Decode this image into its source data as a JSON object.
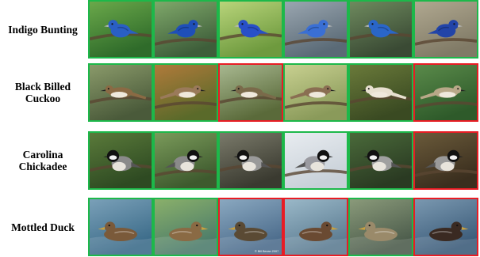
{
  "rows": [
    {
      "label_lines": [
        "Indigo Bunting"
      ],
      "tiles": [
        {
          "status": "correct",
          "bird": "blue-songbird-icon",
          "bg": [
            "#6aa84a",
            "#2f6b2a"
          ],
          "bird_color": "#2a5fc4"
        },
        {
          "status": "correct",
          "bird": "blue-songbird-icon",
          "bg": [
            "#7fa86a",
            "#3e5e3a"
          ],
          "bird_color": "#1f4fb8"
        },
        {
          "status": "correct",
          "bird": "blue-songbird-icon",
          "bg": [
            "#b8d47a",
            "#6e9a3e"
          ],
          "bird_color": "#2850c8"
        },
        {
          "status": "correct",
          "bird": "blue-songbird-icon",
          "bg": [
            "#9aa6b0",
            "#5a6a76"
          ],
          "bird_color": "#3a6fd4"
        },
        {
          "status": "correct",
          "bird": "blue-songbird-icon",
          "bg": [
            "#6e8a5e",
            "#3a4a34"
          ],
          "bird_color": "#2a66c8"
        },
        {
          "status": "correct",
          "bird": "blue-songbird-icon",
          "bg": [
            "#b0a890",
            "#807a66"
          ],
          "bird_color": "#2244a8"
        }
      ]
    },
    {
      "label_lines": [
        "Black Billed",
        "Cuckoo"
      ],
      "tiles": [
        {
          "status": "correct",
          "bird": "cuckoo-icon",
          "bg": [
            "#8a9a6a",
            "#4a5a3a"
          ],
          "bird_color": "#8a6a44"
        },
        {
          "status": "correct",
          "bird": "cuckoo-icon",
          "bg": [
            "#b07a3a",
            "#5a6a2a"
          ],
          "bird_color": "#9a7a5a"
        },
        {
          "status": "incorrect",
          "bird": "cuckoo-icon",
          "bg": [
            "#a8b890",
            "#5a6a3a"
          ],
          "bird_color": "#7a6a4a"
        },
        {
          "status": "correct",
          "bird": "cuckoo-icon",
          "bg": [
            "#c8d090",
            "#8a9a5a"
          ],
          "bird_color": "#8a6e52"
        },
        {
          "status": "correct",
          "bird": "cuckoo-icon",
          "bg": [
            "#6a7a3a",
            "#3a4a22"
          ],
          "bird_color": "#e8e0d0"
        },
        {
          "status": "incorrect",
          "bird": "cuckoo-icon",
          "bg": [
            "#5a8a4a",
            "#2e5a2a"
          ],
          "bird_color": "#b8a888"
        }
      ]
    },
    {
      "label_lines": [
        "Carolina",
        "Chickadee"
      ],
      "tiles": [
        {
          "status": "correct",
          "bird": "chickadee-icon",
          "bg": [
            "#5a7a3a",
            "#2e4a22"
          ],
          "bird_color": "#8a8a8a"
        },
        {
          "status": "correct",
          "bird": "chickadee-icon",
          "bg": [
            "#7a9a5a",
            "#3e5a2e"
          ],
          "bird_color": "#8a8a8a"
        },
        {
          "status": "correct",
          "bird": "chickadee-icon",
          "bg": [
            "#7a7a6a",
            "#3a3a30"
          ],
          "bird_color": "#9a9a9a"
        },
        {
          "status": "correct",
          "bird": "chickadee-icon",
          "bg": [
            "#e8ecf0",
            "#c8d0d8"
          ],
          "bird_color": "#9a9aa0"
        },
        {
          "status": "correct",
          "bird": "chickadee-icon",
          "bg": [
            "#4a6a3a",
            "#2a3a22"
          ],
          "bird_color": "#a0a0a0"
        },
        {
          "status": "incorrect",
          "bird": "chickadee-icon",
          "bg": [
            "#6a5a3a",
            "#3a2e1e"
          ],
          "bird_color": "#9a9a9a"
        }
      ]
    },
    {
      "label_lines": [
        "Mottled Duck"
      ],
      "tiles": [
        {
          "status": "correct",
          "bird": "duck-icon",
          "bg": [
            "#7aa0b8",
            "#3a6a88"
          ],
          "bird_color": "#7a5a3a"
        },
        {
          "status": "correct",
          "bird": "duck-icon",
          "bg": [
            "#8ab06a",
            "#4a7a6a"
          ],
          "bird_color": "#8a6a44"
        },
        {
          "status": "incorrect",
          "bird": "duck-icon",
          "bg": [
            "#8aa8c0",
            "#4a6a8a"
          ],
          "bird_color": "#5a4a34"
        },
        {
          "status": "incorrect",
          "bird": "duck-icon",
          "bg": [
            "#9ab8c8",
            "#5a7a90"
          ],
          "bird_color": "#6a4a32"
        },
        {
          "status": "correct",
          "bird": "duck-icon",
          "bg": [
            "#8a9a7a",
            "#4a5a4a"
          ],
          "bird_color": "#9a8a6a"
        },
        {
          "status": "incorrect",
          "bird": "duck-icon",
          "bg": [
            "#7a98b0",
            "#3a5a78"
          ],
          "bird_color": "#3a2a22"
        }
      ]
    }
  ],
  "watermark": "© Bill Bevan 2007",
  "colors": {
    "correct": "#1db84a",
    "incorrect": "#e81c24"
  }
}
